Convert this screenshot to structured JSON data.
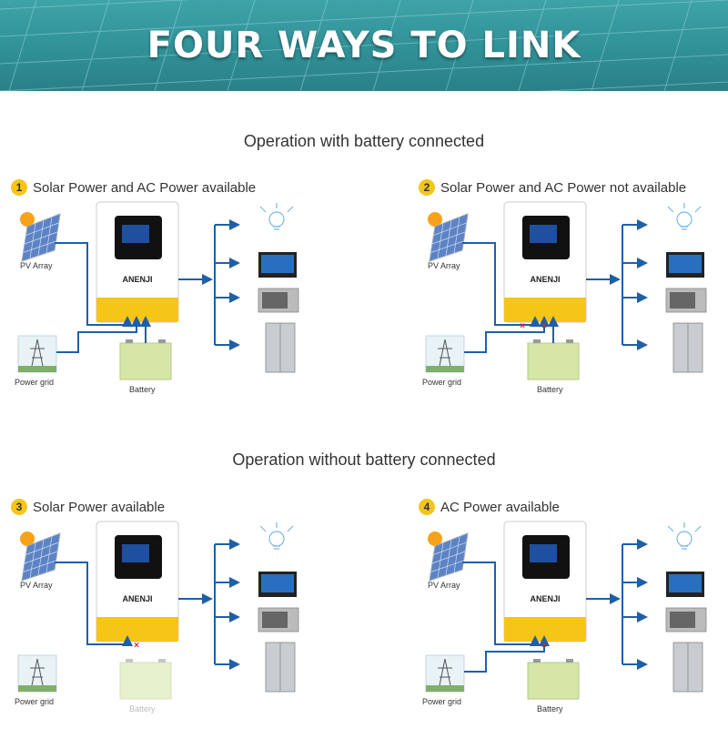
{
  "banner": {
    "title": "FOUR WAYS TO LINK"
  },
  "sections": [
    {
      "title": "Operation with battery connected"
    },
    {
      "title": "Operation without  battery connected"
    }
  ],
  "quadrants": [
    {
      "number": "1",
      "title": "Solar Power and AC Power available",
      "pv_label": "PV Array",
      "grid_label": "Power grid",
      "battery_label": "Battery",
      "brand": "ANENJI"
    },
    {
      "number": "2",
      "title": "Solar Power and AC Power not available",
      "pv_label": "PV Array",
      "grid_label": "Power grid",
      "battery_label": "Battery",
      "brand": "ANENJI"
    },
    {
      "number": "3",
      "title": "Solar Power available",
      "pv_label": "PV Array",
      "grid_label": "Power grid",
      "battery_label": "Battery",
      "brand": "ANENJI"
    },
    {
      "number": "4",
      "title": "AC Power available",
      "pv_label": "PV Array",
      "grid_label": "Power grid",
      "battery_label": "Battery",
      "brand": "ANENJI"
    }
  ],
  "colors": {
    "arrow": "#1f5fa8",
    "inverter_yellow": "#f5c518",
    "battery_green": "#d6e6a6",
    "cut_mark": "#e0222a"
  }
}
